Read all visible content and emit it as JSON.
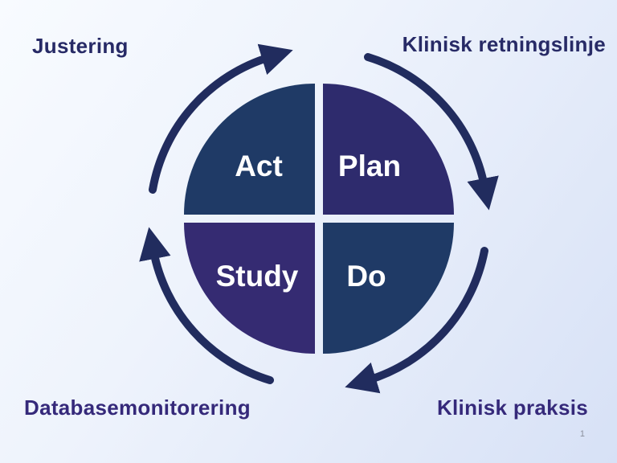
{
  "page": {
    "page_number": "1",
    "background_start": "#f8fbff",
    "background_end": "#d7e1f6"
  },
  "labels": {
    "top_left": "Justering",
    "top_right": "Klinisk retningslinje",
    "bottom_left": "Databasemonitorering",
    "bottom_right": "Klinisk praksis"
  },
  "colors": {
    "top_label_text": "#272a66",
    "bottom_label_text": "#35297a",
    "quadrant_text": "#ffffff"
  },
  "cycle": {
    "arrow_color": "#212c5e",
    "quadrants": [
      {
        "id": "act",
        "label": "Act",
        "position": "top-left",
        "color": "#1f3a66"
      },
      {
        "id": "plan",
        "label": "Plan",
        "position": "top-right",
        "color": "#2e2b6d"
      },
      {
        "id": "study",
        "label": "Study",
        "position": "bottom-left",
        "color": "#352b72"
      },
      {
        "id": "do",
        "label": "Do",
        "position": "bottom-right",
        "color": "#1f3a66"
      }
    ]
  }
}
